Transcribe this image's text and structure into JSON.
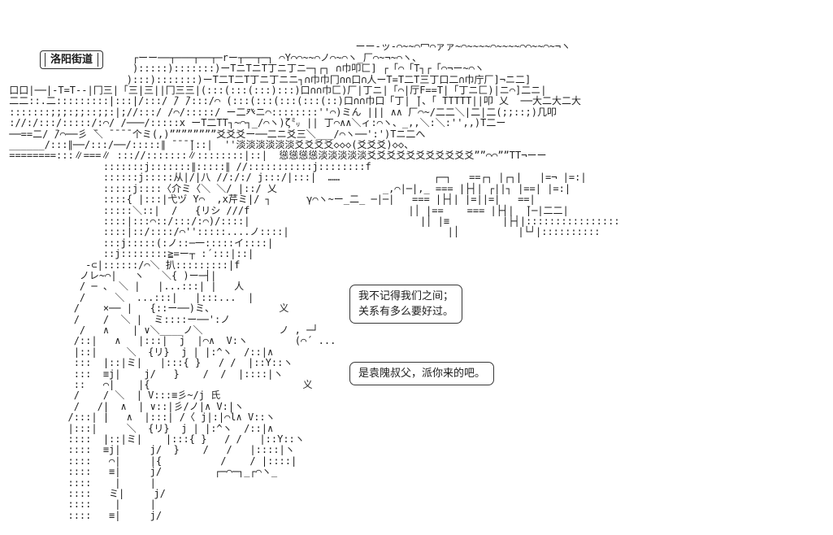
{
  "scene": {
    "location_label": "洛阳街道",
    "speech_bubbles": [
      {
        "lines": [
          "我不记得我们之间；",
          "关系有多么要好过。"
        ]
      },
      {
        "lines": [
          "是袁隗叔父，派你来的吧。"
        ]
      }
    ]
  },
  "colors": {
    "background": "#ffffff",
    "ink": "#1c1c1c"
  },
  "ascii_art": {
    "lines": [
      "",
      "                                                            ーー-ッ-⌒~~⌒冖⌒ァァ~⌒~~~~⌒~~~~⌒⌒~~⌒~¬ヽ",
      "                      ┌ーー──┬───┬──┬─rー┬──┬─┐ ⌒Y⌒⌒~~⌒ノ⌒~⌒ヽ_厂⌒~¬~⌒ヽ、",
      "                      ):::::):::::::)ーTニTニT丁ニ丁ニ─┐┌┐ ∩巾叩匚] ┌「⌒「T┐┌「⌒¬ー~⌒ヽ",
      "                     ):::):::::::)ーT二T二T丁ニ丁ニニ┐∩巾巾冂∩∩口∩人ーT=T二T三丁口二∩巾庁厂]¬ニ二]",
      " 口口|──|-T=T--|冂三|「三|三||冂三三|(:::(:::(:::):::)口∩∩巾匚)厂|丁ニ|「⌒|厅F==T|「丁ニ匚)|ニ⌒]二ニ|",
      " 二二::.二:::::::::|:::|/:::/ ̄/ ̄/:::/⌒ (:::(:::(:::(:::(::)口∩∩巾口「丁| ̄|、「 TTTTT||叩 乂  ──大二大二大",
      " :::::::;;;:;;::;;:|;//:::/ /⌒/:::::/ ー二癶ニ⌒::::::::''⌒)ミん ||| ∧∧ 厂⌒~/二二＼|二|二(;;::;)几叩",
      " ://:/:::/:::::/:⌒/ /───/:::::x ーT二TT┐~⌒┐_/⌒ヽ)ζ㍉ || 丁⌒∧∧＼ィ:⌒ヽ、_,,＼:＼:'',,)T二ー",
      " ──==二/ ̄/⌒──彡 ̄＼ ̄ ̄ ̄ ̄ 个ミ(,)””””””””爻爻爻ー──二ニ爻三＼___/⌒ヽ──':')Tニ二へ",
      " ______/:::∥──/:::/──/:::::∥ ̄ ̄ ̄ ̄|::|  ''淡淡淡淡淡淡爻爻爻爻◇◇◇(爻爻爻)◇◇、",
      " ========:::∥===∥ ::://:::::::∥::::::::|::|  慫慫慫慫淡淡淡淡淡爻爻爻爻爻爻爻爻爻爻爻””⌒⌒””TT¬ーー",
      "                 :::::::j:::::::∥:::::∥ //:::::::::::j::::::::f",
      "                 ::::::j:::::从|/|八 //:/:/ j:::/|:::|  ……                ┌─┐   ==┌┐ |┌┐|   |=¬ |=:|",
      "                 :::::j::::〈介ミ〈＼ ＼/ |::/ 乂                  _,⌒|─|,_ === |├┤| ┌||┐ |==| |=:|",
      "                 ::::{ |:::|弋ヅ Y⌒  ,x芹ミ|/ ┐      γ⌒ヽ~ー_二_ ─|─|   === |├┤| |=||=|   ==|",
      "                 :::::＼::|  /   {リシ ///f                           |│ |==    === |├┤|  ̄|─|二二|",
      "                 ::::|:::⌒::/:::/:⌒)/::::|                             |│ |≡         |├┤|::::::::::::::::",
      "                 ::::|::/::::/⌒'':::::....ノ::::|                           |│          |└┘|::::::::::",
      "                 :::j:::::(:ノ::─一:::::イ::::|",
      "                 ::j::::::::≧=ー┬ :´:::|::|",
      "              -⊂|::::::/⌒＼ 扒:::::::::|f",
      "             ノレ~⌒|   ヽ   ＼{ )ー─┤|",
      "             / ─ 、 ＼ |   |...:::| |   人",
      "             /     ＼  ...:::|   |:::...  |",
      "            /    ×── |   {::ー──)ミ、           义",
      "            /    /  ＼ |  ミ::::ー──':ノ",
      "             /   ∧    | ∨＼____ノ＼             ノ , ─┘",
      "            /::|   ∧   |:::|  j  |⌒∧  V:ヽ        (⌒´ ...",
      "            |::|     ＼  {リ}  j | |:^ヽ  /::|∧",
      "            :::  |::|ミ|   |:::{ }   / /  |::Y::ヽ",
      "            :::  ≡j|    j/   }    /  /  |::::|ヽ",
      "            ::   ⌒|    |{                          义",
      "            /    / ＼  | V:::≡彡~/j 氏",
      "            /   /|  ∧  | ∨::|彡/ノ|∧ V:|ヽ",
      "           /:::| |   ∧  |:::| /〈 j|:|⌒l∧ V::ヽ",
      "           |:::|     ＼  {リ}  j | |:^ヽ  /::|∧",
      "           ::::  |::|ミ|    |:::{ }   / /   |::Y::ヽ",
      "           ::::  ≡j|     j/  }    /   /   |::::|ヽ",
      "           ::::   ⌒|     |{          /    / |::::|",
      "           ::::   ≡|     j/         ┌─⌒─┐_┌⌒ヽ_",
      "           ::::    |     |",
      "           ::::   ミ|     j/",
      "           ::::    |     |",
      "           ::::   ≡|     j/"
    ]
  }
}
